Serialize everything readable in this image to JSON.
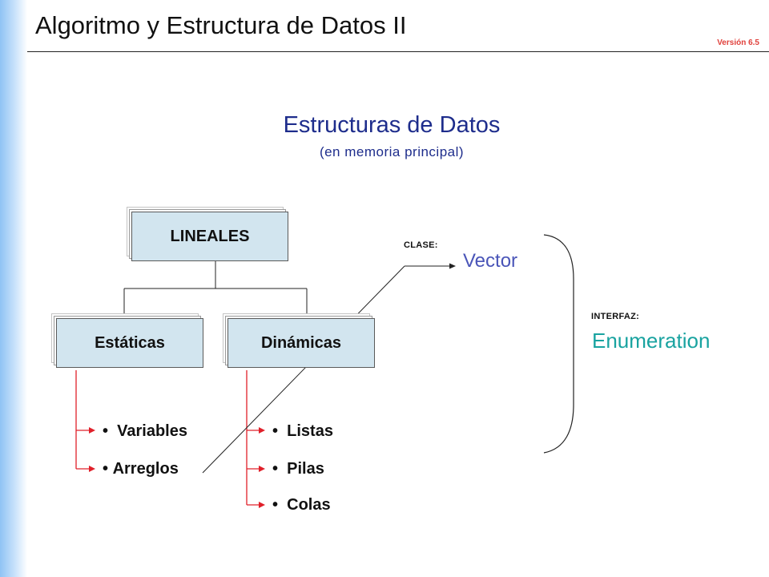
{
  "header": {
    "title": "Algoritmo y Estructura de Datos II",
    "version": "Versión 6.5"
  },
  "main": {
    "heading": "Estructuras de Datos",
    "subheading": "(en memoria principal)"
  },
  "tree": {
    "root": "LINEALES",
    "left_branch": "Estáticas",
    "right_branch": "Dinámicas",
    "left_items": [
      "Variables",
      "Arreglos"
    ],
    "right_items": [
      "Listas",
      "Pilas",
      "Colas"
    ],
    "bullet": "•"
  },
  "classes": {
    "class_label": "CLASE:",
    "class_name": "Vector",
    "interface_label": "INTERFAZ:",
    "interface_name": "Enumeration"
  },
  "colors": {
    "box_fill": "#d2e5ef",
    "heading": "#1e2d8c",
    "vector": "#4a55b8",
    "enumeration": "#19a3a0",
    "red_connector": "#e0202a",
    "version": "#e0413c"
  }
}
